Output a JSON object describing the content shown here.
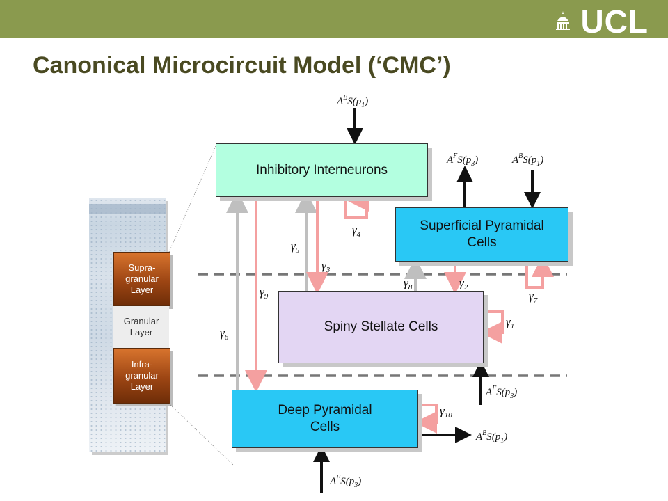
{
  "title": "Canonical Microcircuit Model (‘CMC’)",
  "logo": "UCL",
  "boxes": {
    "inhibitory": "Inhibitory Interneurons",
    "superficial_line1": "Superficial Pyramidal",
    "superficial_line2": "Cells",
    "spiny": "Spiny Stellate Cells",
    "deep_line1": "Deep Pyramidal",
    "deep_line2": "Cells"
  },
  "layers": {
    "supra": [
      "Supra-",
      "granular",
      "Layer"
    ],
    "granular": [
      "Granular",
      "Layer"
    ],
    "infra": [
      "Infra-",
      "granular",
      "Layer"
    ]
  },
  "inputs": {
    "backward": "A^B S(p_1)",
    "forward": "A^F S(p_3)"
  },
  "gammas": [
    "γ1",
    "γ2",
    "γ3",
    "γ4",
    "γ5",
    "γ6",
    "γ7",
    "γ8",
    "γ9",
    "γ10"
  ],
  "colors": {
    "header_bar": "#8a9a4e",
    "title": "#4a4a22",
    "inhibitory_fill": "#b3ffe0",
    "pyramidal_fill": "#29c8f5",
    "spiny_fill": "#e3d6f3",
    "excitatory_arrow": "#f4a0a0",
    "inhibitory_arrow": "#bfbfbf",
    "input_arrow": "#111111"
  }
}
